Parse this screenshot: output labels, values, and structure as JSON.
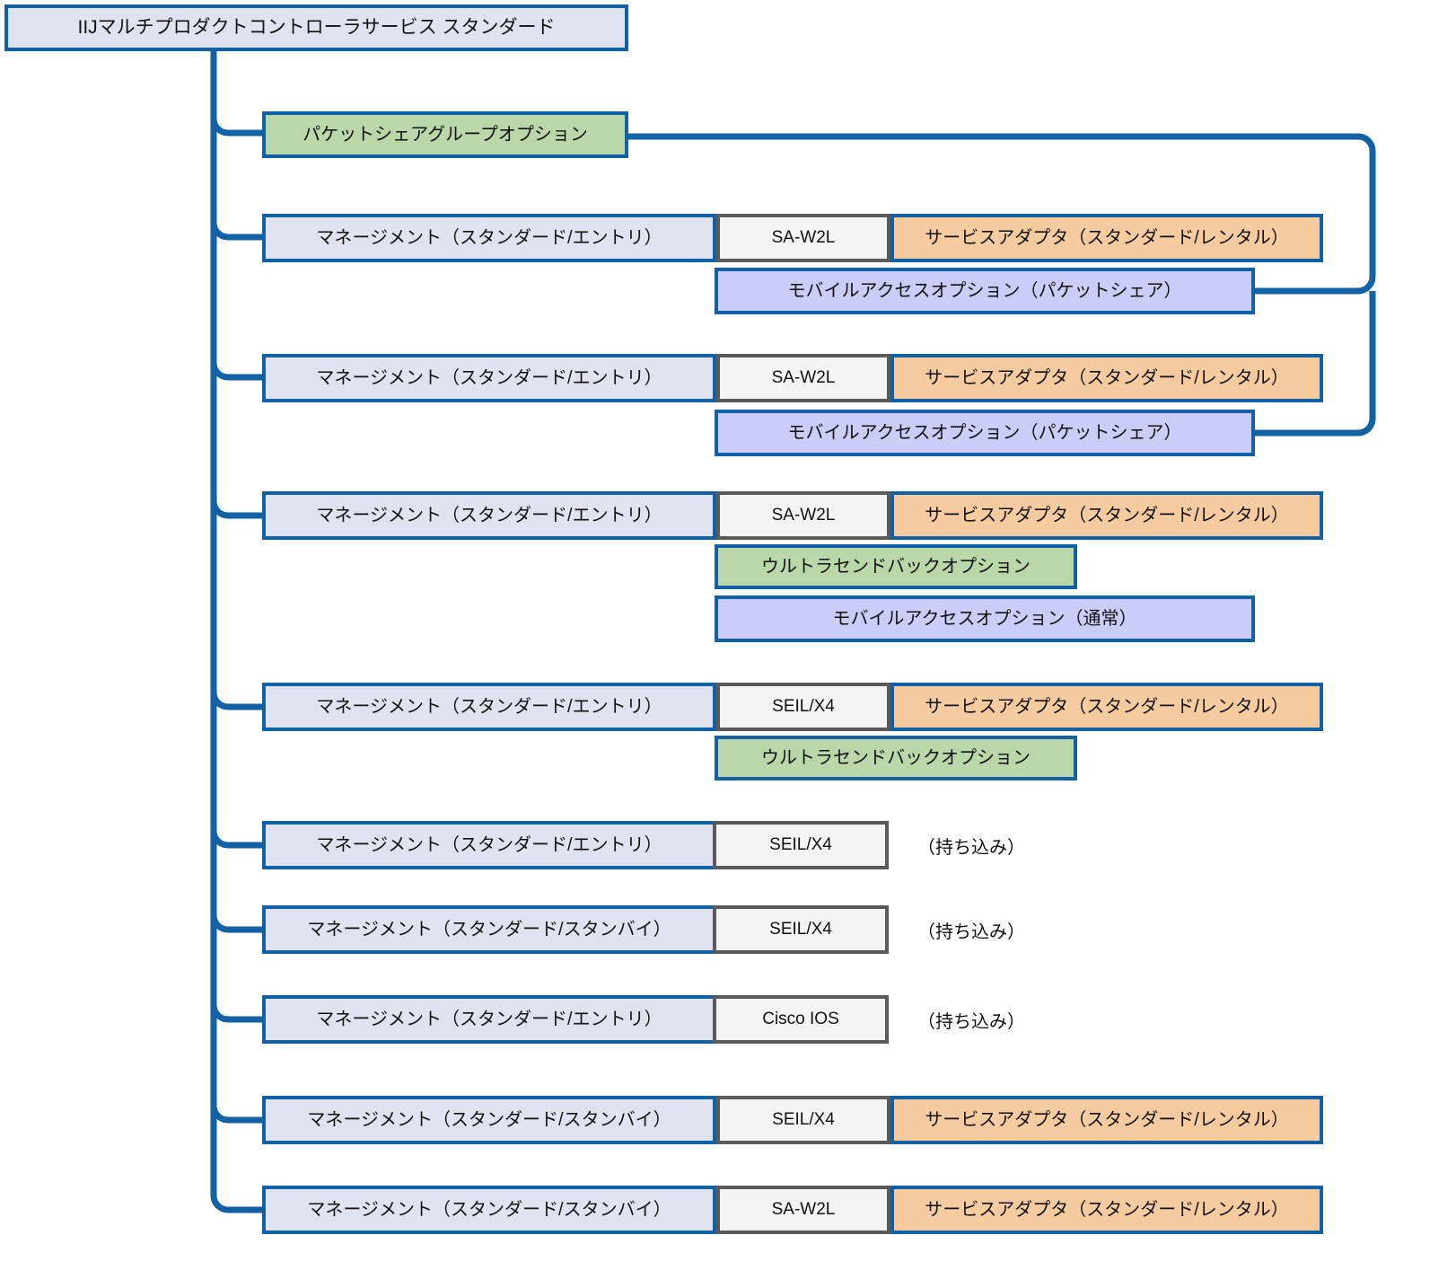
{
  "diagram": {
    "title_box": {
      "label": "IIJマルチプロダクトコントローラサービス スタンダード",
      "fill": "#dee3ef",
      "border": "#1261a4"
    },
    "colors": {
      "line": "#1261a4",
      "lightblue_fill": "#dee3ef",
      "green_fill": "#b9d7a8",
      "orange_fill": "#f7cba0",
      "purple_fill": "#ccccf8",
      "white_fill": "#f4f4f4",
      "blue_border": "#1261a4",
      "gray_border": "#5a5a5a",
      "text": "#111111"
    },
    "packet_share_option": {
      "label": "パケットシェアグループオプション",
      "fill": "#b9d7a8"
    },
    "labels": {
      "management_entry": "マネージメント（スタンダード/エントリ）",
      "management_standby": "マネージメント（スタンダード/スタンバイ）",
      "device_sa_w2l": "SA-W2L",
      "device_seil_x4": "SEIL/X4",
      "device_cisco_ios": "Cisco IOS",
      "service_adapter_rental": "サービスアダプタ（スタンダード/レンタル）",
      "mobile_access_packet_share": "モバイルアクセスオプション（パケットシェア）",
      "mobile_access_normal": "モバイルアクセスオプション（通常）",
      "ultra_send_back": "ウルトラセンドバックオプション",
      "bring_your_own": "（持ち込み）"
    },
    "rows": [
      {
        "id": "row-1",
        "management": "マネージメント（スタンダード/エントリ）",
        "device": "SA-W2L",
        "adapter": "サービスアダプタ（スタンダード/レンタル）",
        "options": [
          "モバイルアクセスオプション（パケットシェア）"
        ]
      },
      {
        "id": "row-2",
        "management": "マネージメント（スタンダード/エントリ）",
        "device": "SA-W2L",
        "adapter": "サービスアダプタ（スタンダード/レンタル）",
        "options": [
          "モバイルアクセスオプション（パケットシェア）"
        ]
      },
      {
        "id": "row-3",
        "management": "マネージメント（スタンダード/エントリ）",
        "device": "SA-W2L",
        "adapter": "サービスアダプタ（スタンダード/レンタル）",
        "options": [
          "ウルトラセンドバックオプション",
          "モバイルアクセスオプション（通常）"
        ]
      },
      {
        "id": "row-4",
        "management": "マネージメント（スタンダード/エントリ）",
        "device": "SEIL/X4",
        "adapter": "サービスアダプタ（スタンダード/レンタル）",
        "options": [
          "ウルトラセンドバックオプション"
        ]
      },
      {
        "id": "row-5",
        "management": "マネージメント（スタンダード/エントリ）",
        "device": "SEIL/X4",
        "adapter": "（持ち込み）",
        "options": []
      },
      {
        "id": "row-6",
        "management": "マネージメント（スタンダード/スタンバイ）",
        "device": "SEIL/X4",
        "adapter": "（持ち込み）",
        "options": []
      },
      {
        "id": "row-7",
        "management": "マネージメント（スタンダード/エントリ）",
        "device": "Cisco IOS",
        "adapter": "（持ち込み）",
        "options": []
      },
      {
        "id": "row-8",
        "management": "マネージメント（スタンダード/スタンバイ）",
        "device": "SEIL/X4",
        "adapter": "サービスアダプタ（スタンダード/レンタル）",
        "options": []
      },
      {
        "id": "row-9",
        "management": "マネージメント（スタンダード/スタンバイ）",
        "device": "SA-W2L",
        "adapter": "サービスアダプタ（スタンダード/レンタル）",
        "options": []
      }
    ]
  }
}
